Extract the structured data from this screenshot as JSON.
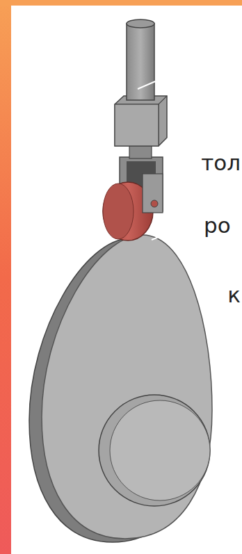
{
  "diagram": {
    "labels": [
      "тол",
      "ро",
      "к"
    ]
  }
}
